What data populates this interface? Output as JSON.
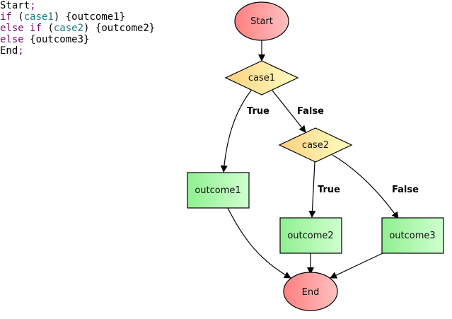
{
  "code": {
    "lines": [
      [
        {
          "t": "Start",
          "c": "plain"
        },
        {
          "t": ";",
          "c": "pn"
        }
      ],
      [
        {
          "t": "if",
          "c": "kw"
        },
        {
          "t": " (",
          "c": "plain"
        },
        {
          "t": "case1",
          "c": "id"
        },
        {
          "t": ") {outcome1}",
          "c": "plain"
        }
      ],
      [
        {
          "t": "else if",
          "c": "kw"
        },
        {
          "t": " (",
          "c": "plain"
        },
        {
          "t": "case2",
          "c": "id"
        },
        {
          "t": ") {outcome2}",
          "c": "plain"
        }
      ],
      [
        {
          "t": "else",
          "c": "kw"
        },
        {
          "t": " {outcome3}",
          "c": "plain"
        }
      ],
      [
        {
          "t": "End",
          "c": "plain"
        },
        {
          "t": ";",
          "c": "pn"
        }
      ]
    ]
  },
  "diagram": {
    "nodes": {
      "start": {
        "label": "Start",
        "shape": "ellipse"
      },
      "case1": {
        "label": "case1",
        "shape": "diamond"
      },
      "case2": {
        "label": "case2",
        "shape": "diamond"
      },
      "outcome1": {
        "label": "outcome1",
        "shape": "box"
      },
      "outcome2": {
        "label": "outcome2",
        "shape": "box"
      },
      "outcome3": {
        "label": "outcome3",
        "shape": "box"
      },
      "end": {
        "label": "End",
        "shape": "ellipse"
      }
    },
    "edge_labels": {
      "case1_true": "True",
      "case1_false": "False",
      "case2_true": "True",
      "case2_false": "False"
    },
    "edges": [
      {
        "from": "start",
        "to": "case1"
      },
      {
        "from": "case1",
        "to": "outcome1",
        "label": "True"
      },
      {
        "from": "case1",
        "to": "case2",
        "label": "False"
      },
      {
        "from": "case2",
        "to": "outcome2",
        "label": "True"
      },
      {
        "from": "case2",
        "to": "outcome3",
        "label": "False"
      },
      {
        "from": "outcome1",
        "to": "end"
      },
      {
        "from": "outcome2",
        "to": "end"
      },
      {
        "from": "outcome3",
        "to": "end"
      }
    ],
    "colors": {
      "terminal_start": "#ff8080",
      "terminal_end": "#ffc0c0",
      "decision_start": "#ffd080",
      "decision_end": "#ffffc0",
      "process_start": "#90f090",
      "process_end": "#d0ffd0"
    }
  }
}
